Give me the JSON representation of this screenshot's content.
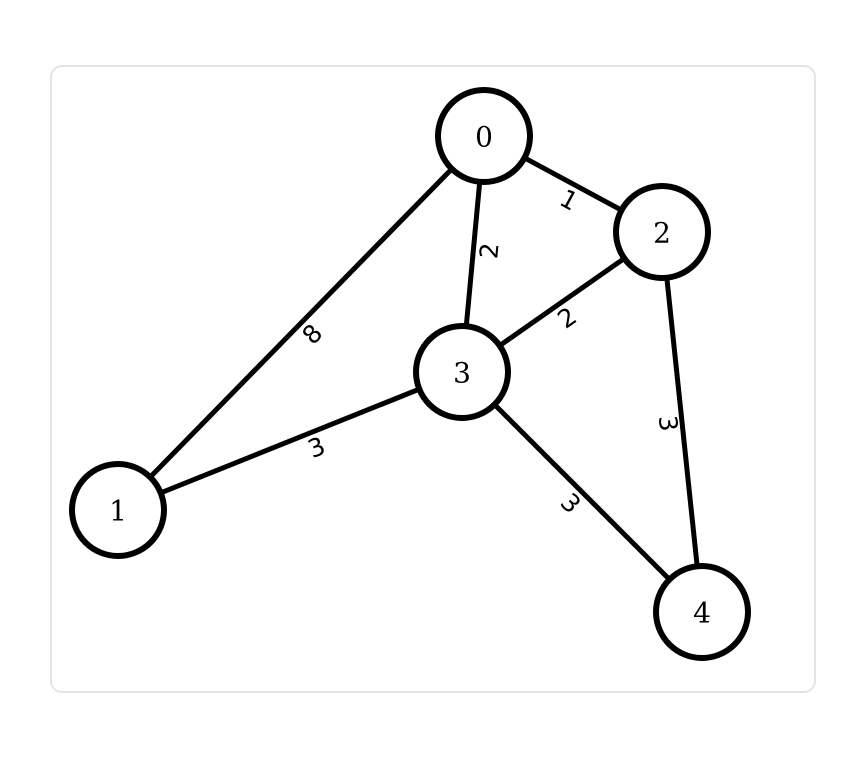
{
  "graph": {
    "nodes": [
      {
        "id": "0",
        "label": "0"
      },
      {
        "id": "1",
        "label": "1"
      },
      {
        "id": "2",
        "label": "2"
      },
      {
        "id": "3",
        "label": "3"
      },
      {
        "id": "4",
        "label": "4"
      }
    ],
    "edges": [
      {
        "from": "0",
        "to": "2",
        "weight": "1"
      },
      {
        "from": "0",
        "to": "3",
        "weight": "2"
      },
      {
        "from": "0",
        "to": "1",
        "weight": "8"
      },
      {
        "from": "2",
        "to": "3",
        "weight": "2"
      },
      {
        "from": "2",
        "to": "4",
        "weight": "3"
      },
      {
        "from": "3",
        "to": "1",
        "weight": "3"
      },
      {
        "from": "3",
        "to": "4",
        "weight": "3"
      }
    ]
  },
  "colors": {
    "stroke": "#000000",
    "node_fill": "#ffffff",
    "panel_border": "#e4e4e4"
  }
}
